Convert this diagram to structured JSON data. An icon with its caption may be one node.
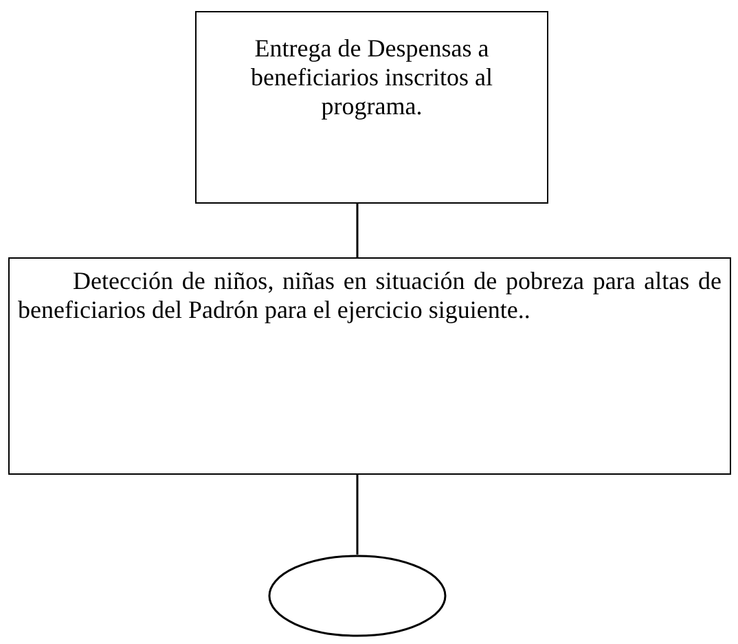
{
  "diagram": {
    "nodes": [
      {
        "text": [
          "Entrega de Despensas a beneficiarios inscritos al programa."
        ]
      },
      {
        "text": [
          "Detección de niños, niñas en situación de pobreza para altas de beneficiarios del Padrón para el ejercicio siguiente.."
        ]
      },
      {
        "text": [],
        "shape": "circle"
      }
    ],
    "edges": [
      {
        "from": 0,
        "to": 1,
        "arrow": "none"
      },
      {
        "from": 1,
        "to": 2,
        "arrow": "none"
      }
    ]
  }
}
